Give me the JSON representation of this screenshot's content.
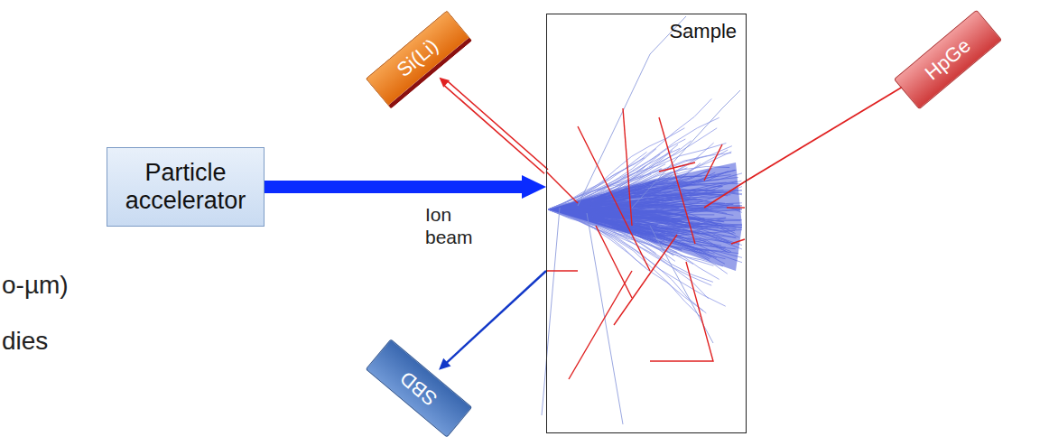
{
  "diagram": {
    "nodes": [
      {
        "text": [
          "Particle accelerator"
        ]
      },
      {
        "text": [
          "Sample"
        ]
      },
      {
        "text": [
          "Si(Li)"
        ]
      },
      {
        "text": [
          "HpGe"
        ]
      },
      {
        "text": [
          "SBD"
        ]
      }
    ],
    "edges": [
      {
        "from": 0,
        "to": 1,
        "label": "Ion beam",
        "arrow": "to"
      },
      {
        "from": 1,
        "to": 2,
        "arrow": "to"
      },
      {
        "from": 1,
        "to": 3,
        "arrow": "to"
      },
      {
        "from": 1,
        "to": 4,
        "arrow": "to"
      }
    ],
    "labels": [
      "o-µm)",
      "dies"
    ]
  }
}
